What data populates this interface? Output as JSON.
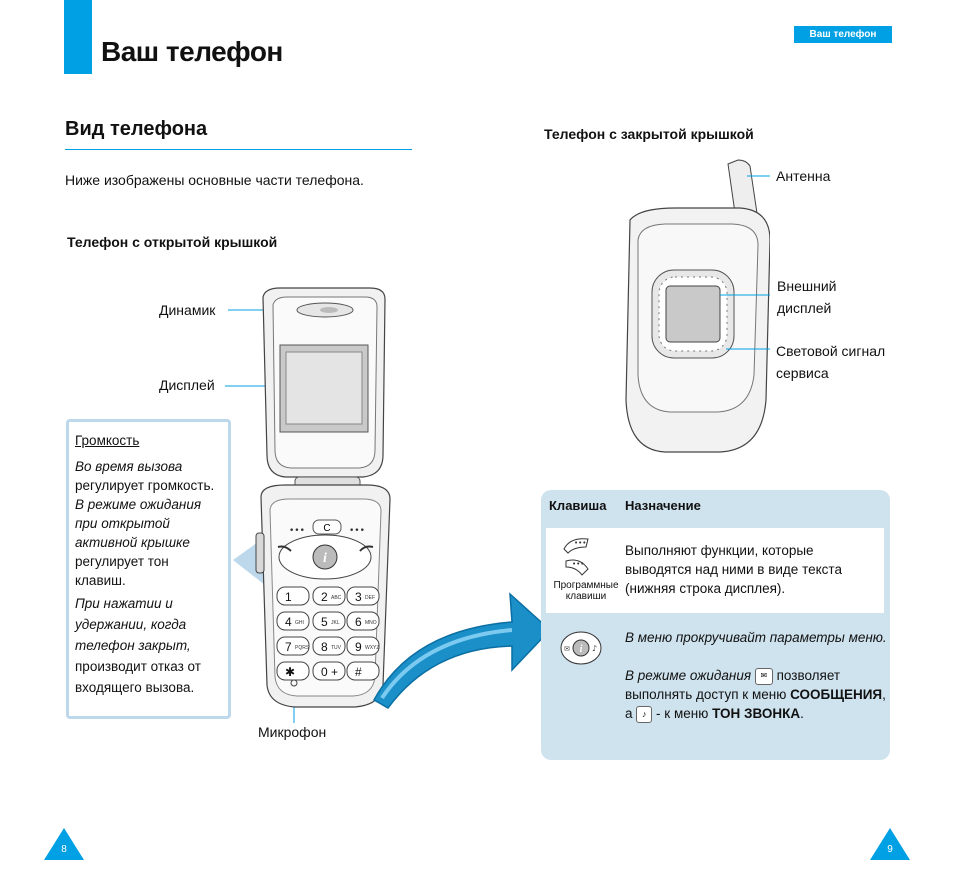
{
  "header": {
    "page_title": "Ваш телефон",
    "header_tag": "Ваш телефон"
  },
  "section": {
    "title": "Вид телефона",
    "intro": "Ниже изображены основные части телефона."
  },
  "open_phone": {
    "heading": "Телефон с открытой крышкой",
    "labels": {
      "speaker": "Динамик",
      "display": "Дисплей",
      "microphone": "Микрофон"
    },
    "keypad": [
      "1",
      "2",
      "3",
      "4",
      "5",
      "6",
      "7",
      "8",
      "9",
      "✱",
      "0 +",
      "#"
    ],
    "key_letters": [
      "",
      "ABC",
      "DEF",
      "GHI",
      "JKL",
      "MNO",
      "PQRS",
      "TUV",
      "WXYZ",
      "",
      "",
      ""
    ],
    "clear_key": "C"
  },
  "volume_box": {
    "title": "Громкость",
    "line1": "Во время вызова",
    "line2": "регулирует громкость.",
    "line3": "В режиме ожидания",
    "line4": "при открытой",
    "line5": "активной крышке",
    "line6": "регулирует тон",
    "line7": "клавиш.",
    "line8": "При нажатии и",
    "line9": "удержании, когда",
    "line10": "телефон закрыт,",
    "line11": "производит отказ от",
    "line12": "входящего вызова."
  },
  "closed_phone": {
    "heading": "Телефон с закрытой крышкой",
    "labels": {
      "antenna": "Антенна",
      "ext_display_1": "Внешний",
      "ext_display_2": "дисплей",
      "service_light_1": "Световой сигнал",
      "service_light_2": "сервиса"
    }
  },
  "key_table": {
    "col_key": "Клавиша",
    "col_purpose": "Назначение",
    "soft_keys_label_1": "Программные",
    "soft_keys_label_2": "клавиши",
    "soft_desc_1": "Выполняют функции, которые",
    "soft_desc_2": "выводятся над ними в виде текста",
    "soft_desc_3": "(нижняя строка дисплея).",
    "nav_desc_1": "В меню прокручивайт параметры меню.",
    "nav_desc_2a": "В режиме ожидания",
    "nav_desc_2b": "позволяет",
    "nav_desc_3": "выполнять доступ к меню",
    "nav_desc_3_bold": "СООБЩЕНИЯ",
    "nav_desc_3_end": ",",
    "nav_desc_4a": "а",
    "nav_desc_4b": "- к меню",
    "nav_desc_4_bold": "ТОН ЗВОНКА",
    "nav_desc_4_end": "."
  },
  "footer": {
    "left_page": "8",
    "right_page": "9"
  },
  "colors": {
    "accent": "#00a0e4",
    "panel": "#cfe3ee",
    "box_border": "#bcd8ea"
  }
}
